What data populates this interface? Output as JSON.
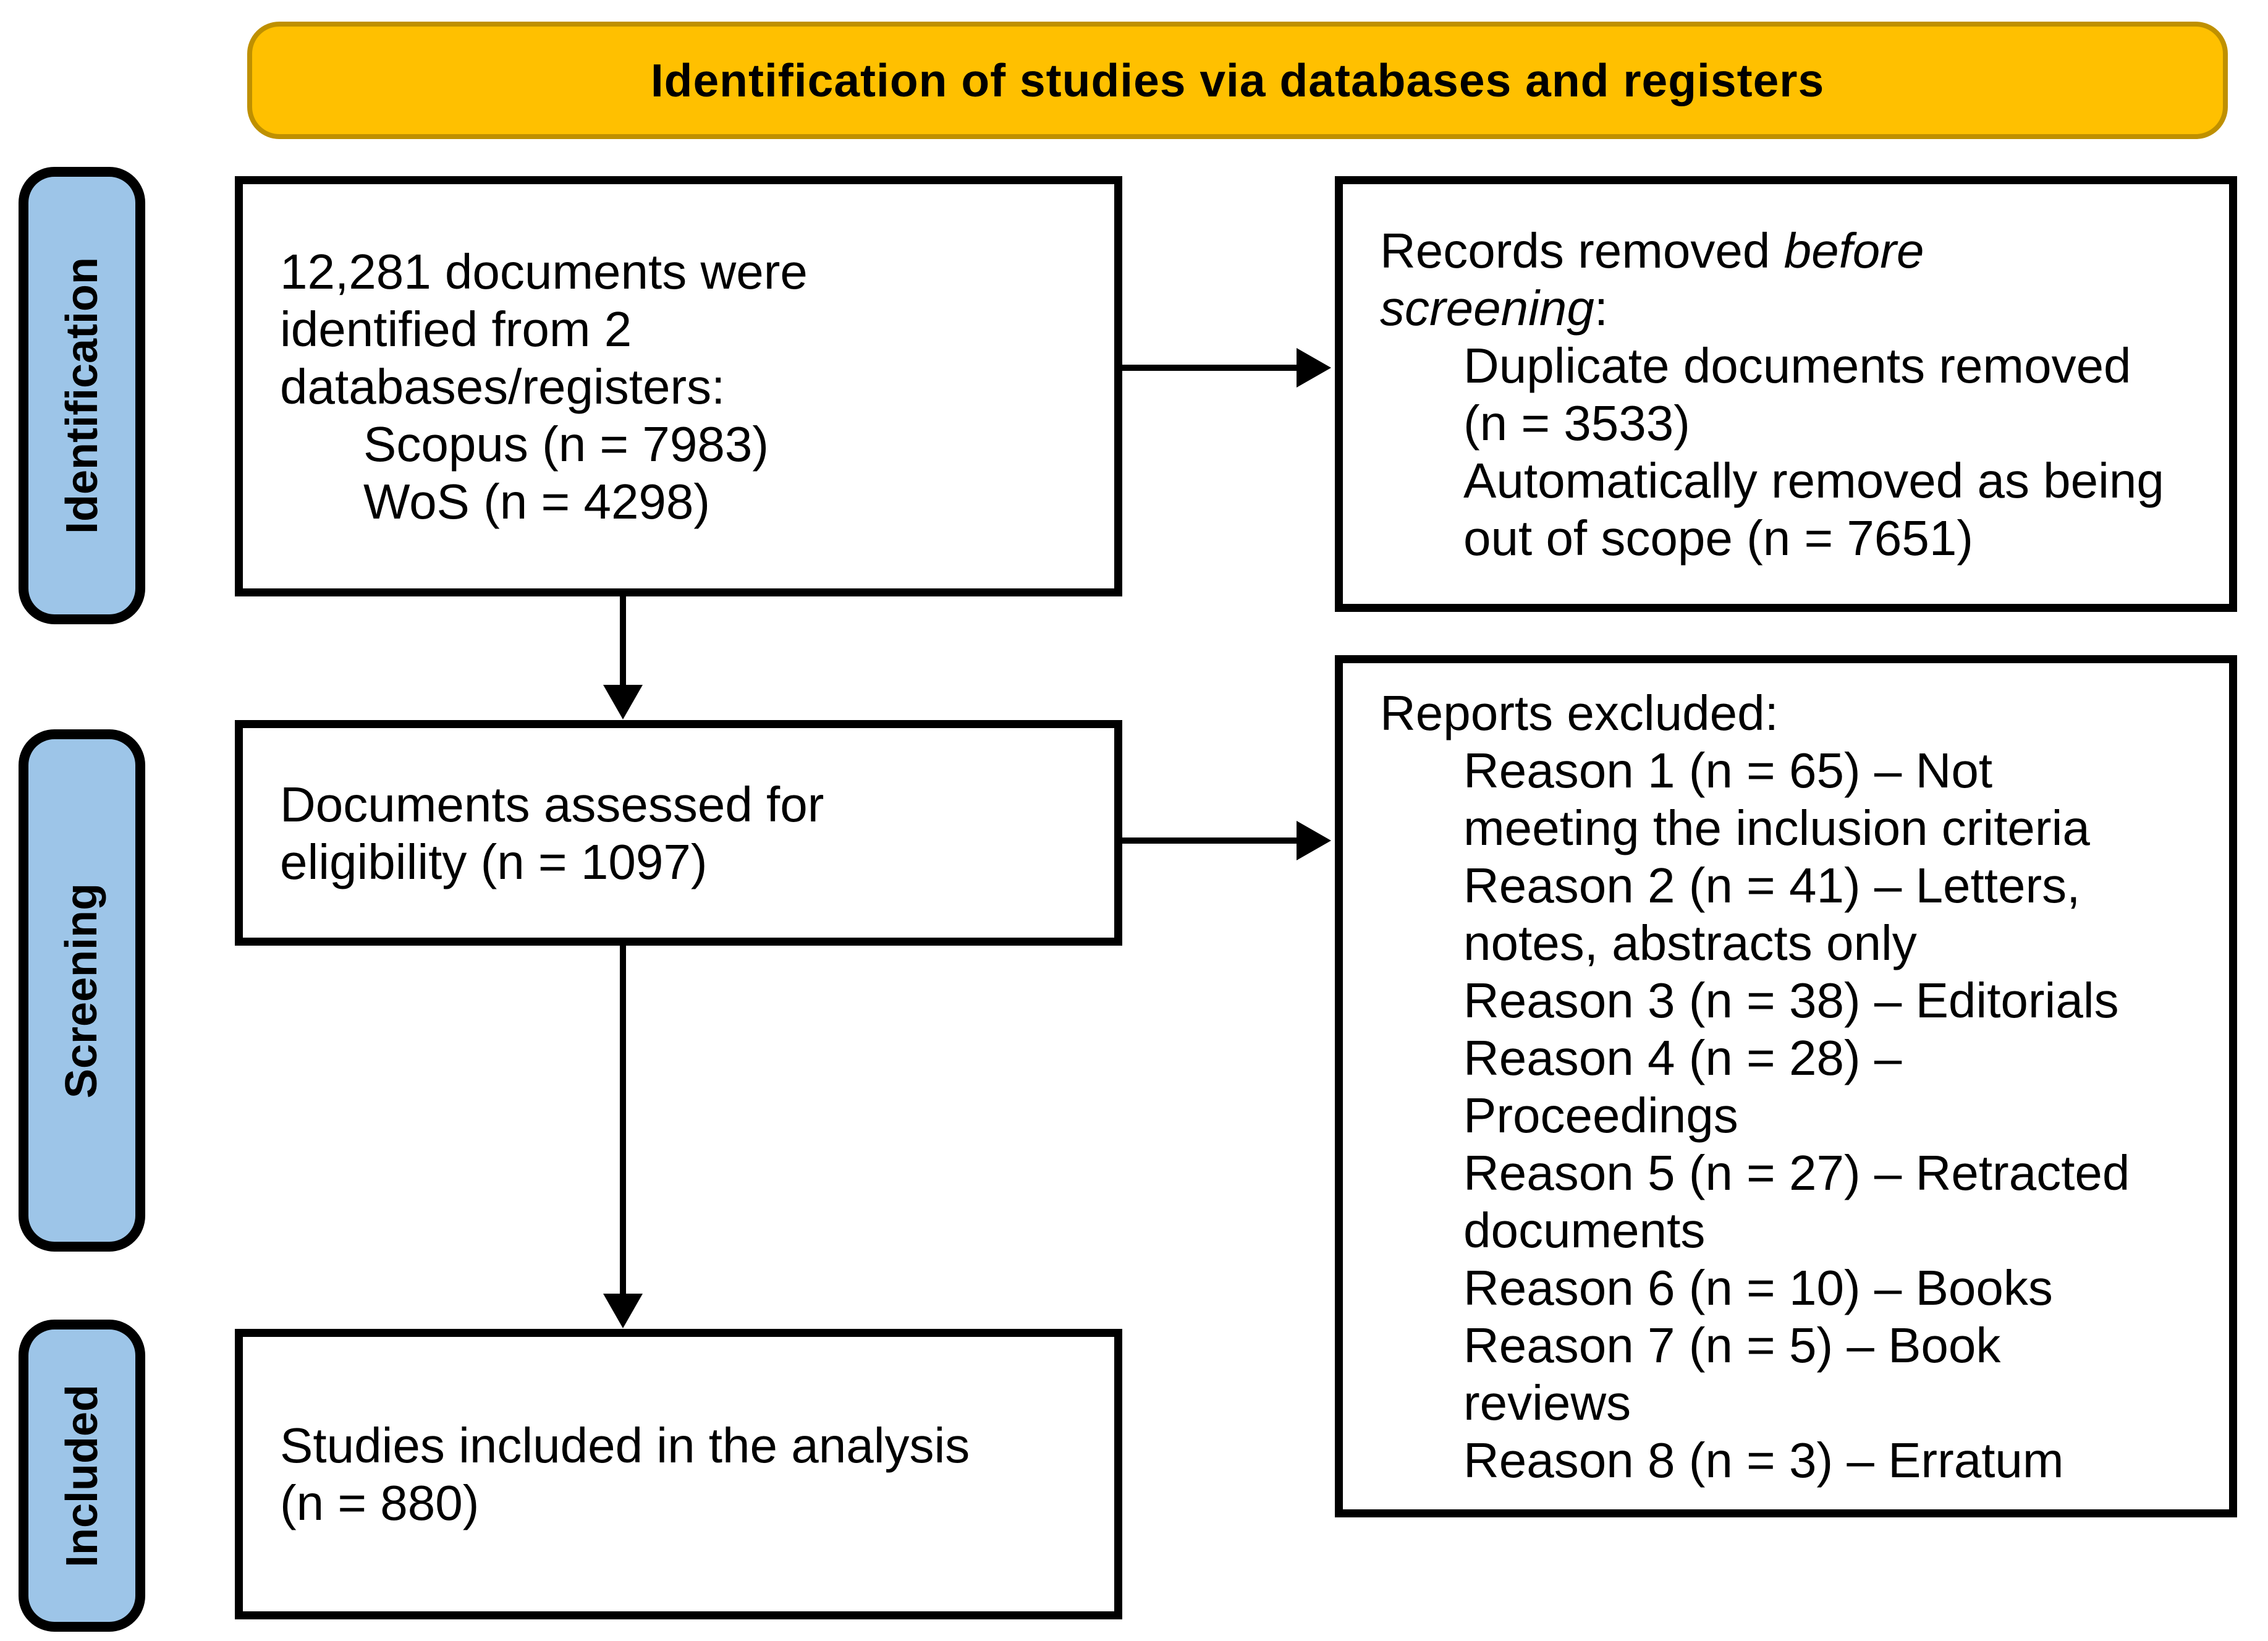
{
  "banner": {
    "title": "Identification of studies via databases and registers"
  },
  "colors": {
    "banner_fill": "#FFC000",
    "banner_border": "#BF9000",
    "stage_fill": "#9DC5E8",
    "outline": "#000000",
    "text": "#000000",
    "background": "#FFFFFF"
  },
  "stages": [
    {
      "label": "Identification"
    },
    {
      "label": "Screening"
    },
    {
      "label": "Included"
    }
  ],
  "boxes": {
    "identified": {
      "lines": [
        {
          "ind": 0,
          "seg": [
            {
              "t": "12,281 documents were"
            }
          ]
        },
        {
          "ind": 0,
          "seg": [
            {
              "t": "identified from 2"
            }
          ]
        },
        {
          "ind": 0,
          "seg": [
            {
              "t": "databases/registers:"
            }
          ]
        },
        {
          "ind": 1,
          "seg": [
            {
              "t": "Scopus (n = 7983)"
            }
          ]
        },
        {
          "ind": 1,
          "seg": [
            {
              "t": "WoS (n = 4298)"
            }
          ]
        }
      ]
    },
    "records_removed": {
      "lines": [
        {
          "ind": 0,
          "seg": [
            {
              "t": "Records removed "
            },
            {
              "t": "before",
              "i": true
            }
          ]
        },
        {
          "ind": 0,
          "seg": [
            {
              "t": "screening",
              "i": true
            },
            {
              "t": ":"
            }
          ]
        },
        {
          "ind": 1,
          "seg": [
            {
              "t": "Duplicate documents removed"
            }
          ]
        },
        {
          "ind": 1,
          "seg": [
            {
              "t": "(n = 3533)"
            }
          ]
        },
        {
          "ind": 1,
          "seg": [
            {
              "t": "Automatically removed as being"
            }
          ]
        },
        {
          "ind": 1,
          "seg": [
            {
              "t": "out of scope (n = 7651)"
            }
          ]
        }
      ]
    },
    "assessed": {
      "lines": [
        {
          "ind": 0,
          "seg": [
            {
              "t": "Documents assessed for"
            }
          ]
        },
        {
          "ind": 0,
          "seg": [
            {
              "t": "eligibility (n = 1097)"
            }
          ]
        }
      ]
    },
    "reports_excluded": {
      "lines": [
        {
          "ind": 0,
          "seg": [
            {
              "t": "Reports excluded:"
            }
          ]
        },
        {
          "ind": 1,
          "seg": [
            {
              "t": "Reason 1 (n = 65) – Not"
            }
          ]
        },
        {
          "ind": 1,
          "seg": [
            {
              "t": "meeting the inclusion criteria"
            }
          ]
        },
        {
          "ind": 1,
          "seg": [
            {
              "t": "Reason 2 (n = 41) – Letters,"
            }
          ]
        },
        {
          "ind": 1,
          "seg": [
            {
              "t": "notes, abstracts only"
            }
          ]
        },
        {
          "ind": 1,
          "seg": [
            {
              "t": "Reason 3 (n = 38) – Editorials"
            }
          ]
        },
        {
          "ind": 1,
          "seg": [
            {
              "t": "Reason 4 (n = 28) –"
            }
          ]
        },
        {
          "ind": 1,
          "seg": [
            {
              "t": "Proceedings"
            }
          ]
        },
        {
          "ind": 1,
          "seg": [
            {
              "t": "Reason 5 (n = 27) – Retracted"
            }
          ]
        },
        {
          "ind": 1,
          "seg": [
            {
              "t": "documents"
            }
          ]
        },
        {
          "ind": 1,
          "seg": [
            {
              "t": "Reason 6 (n = 10) – Books"
            }
          ]
        },
        {
          "ind": 1,
          "seg": [
            {
              "t": "Reason 7 (n = 5) – Book"
            }
          ]
        },
        {
          "ind": 1,
          "seg": [
            {
              "t": "reviews"
            }
          ]
        },
        {
          "ind": 1,
          "seg": [
            {
              "t": "Reason 8 (n = 3) – Erratum"
            }
          ]
        }
      ]
    },
    "included": {
      "lines": [
        {
          "ind": 0,
          "seg": [
            {
              "t": "Studies included in the analysis"
            }
          ]
        },
        {
          "ind": 0,
          "seg": [
            {
              "t": "(n = 880)"
            }
          ]
        }
      ]
    }
  }
}
